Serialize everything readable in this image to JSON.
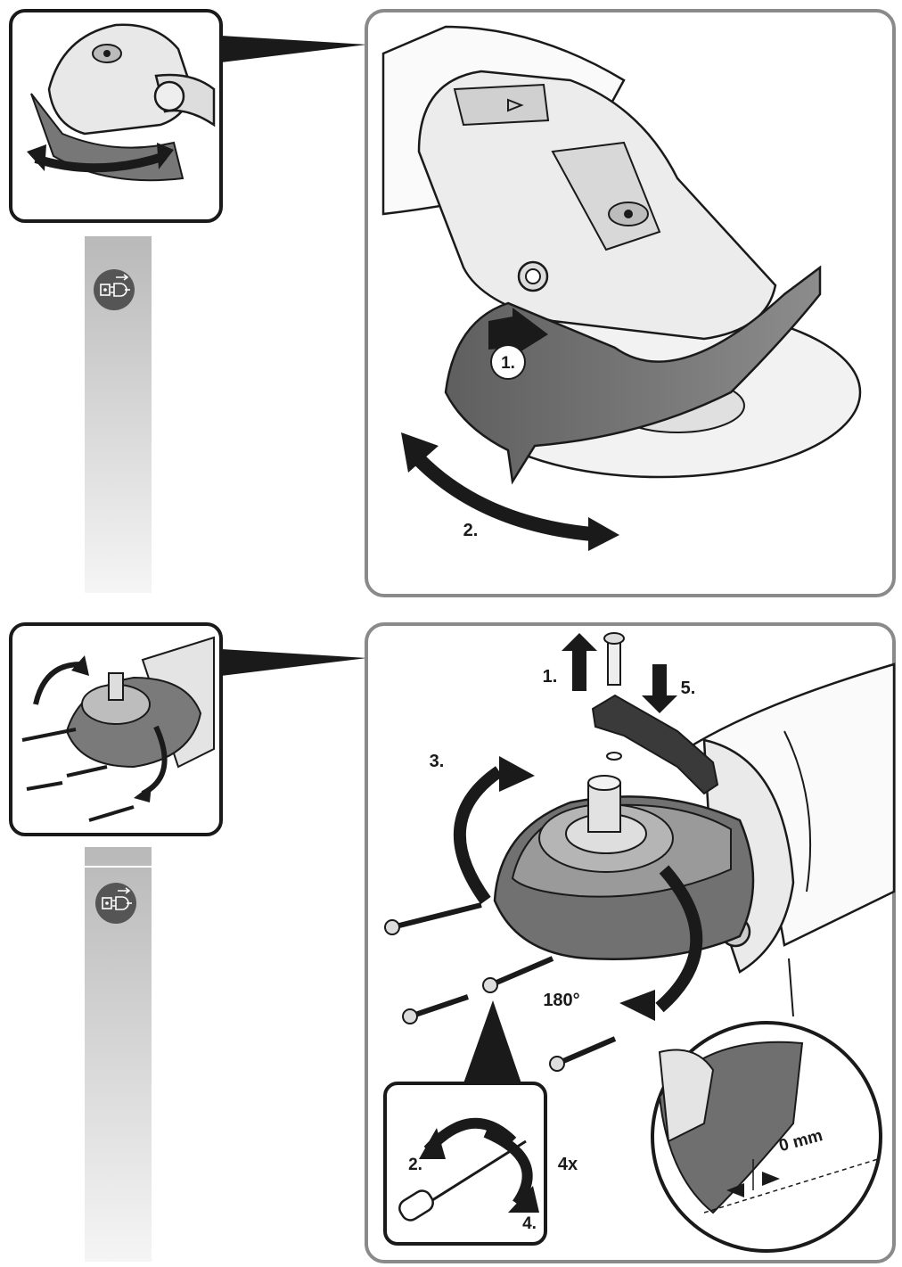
{
  "panel_top": {
    "steps": {
      "step1": "1.",
      "step2": "2."
    }
  },
  "panel_bottom": {
    "steps": {
      "step1": "1.",
      "step3": "3.",
      "step5": "5."
    },
    "angle_label": "180°",
    "detail_screwdriver": {
      "step2": "2.",
      "step4": "4.",
      "repeat": "4x"
    },
    "detail_gap": {
      "gap_label": "0 mm"
    }
  },
  "sidebar": {
    "icon": "unplug-icon"
  },
  "colors": {
    "frame": "#8a8a8a",
    "ink": "#1a1a1a",
    "guard_dark": "#6e6e6e",
    "body_grey": "#cfcfcf",
    "bar_top": "#bdbdbd",
    "bar_bottom": "#f4f4f4"
  }
}
